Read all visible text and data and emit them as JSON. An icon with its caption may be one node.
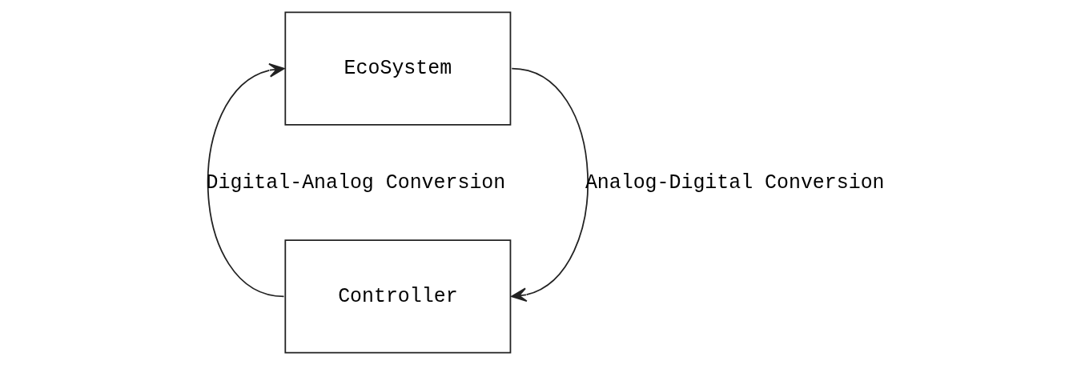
{
  "diagram": {
    "nodes": [
      {
        "text": [
          "EcoSystem"
        ]
      },
      {
        "text": [
          "Controller"
        ]
      }
    ],
    "edges": [
      {
        "from": 0,
        "to": 1,
        "arrow": "to",
        "label": "Analog-Digital Conversion"
      },
      {
        "from": 1,
        "to": 0,
        "arrow": "to",
        "label": "Digital-Analog Conversion"
      }
    ]
  }
}
